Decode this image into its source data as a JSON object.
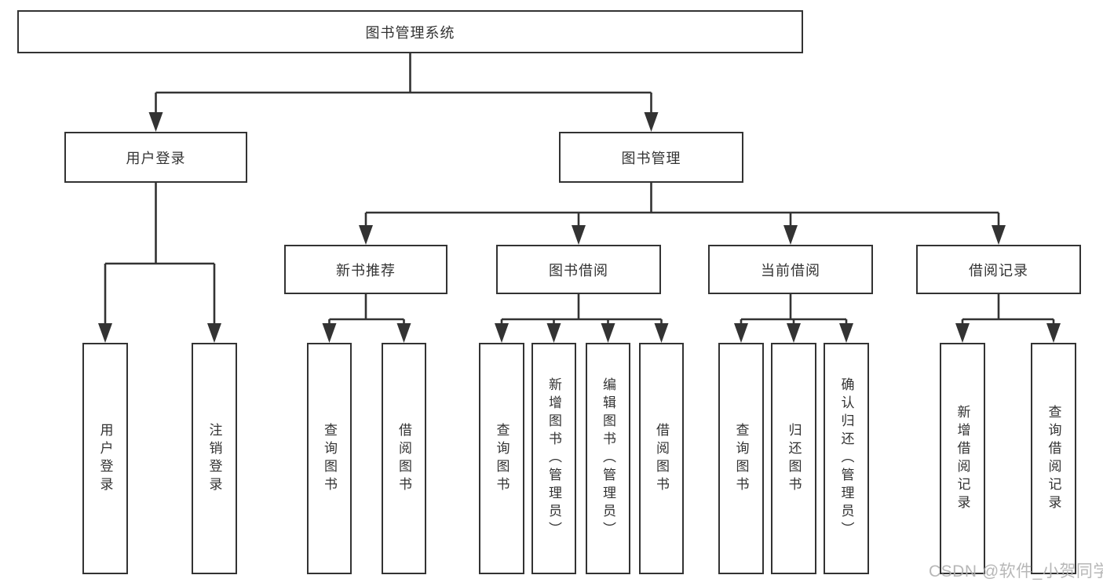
{
  "diagram": {
    "root": {
      "label": "图书管理系统"
    },
    "branches": [
      {
        "label": "用户登录",
        "children": [
          {
            "label": "用户登录"
          },
          {
            "label": "注销登录"
          }
        ]
      },
      {
        "label": "图书管理",
        "children": [
          {
            "label": "新书推荐",
            "children": [
              {
                "label": "查询图书"
              },
              {
                "label": "借阅图书"
              }
            ]
          },
          {
            "label": "图书借阅",
            "children": [
              {
                "label": "查询图书"
              },
              {
                "label": "新增图书（管理员）"
              },
              {
                "label": "编辑图书（管理员）"
              },
              {
                "label": "借阅图书"
              }
            ]
          },
          {
            "label": "当前借阅",
            "children": [
              {
                "label": "查询图书"
              },
              {
                "label": "归还图书"
              },
              {
                "label": "确认归还（管理员）"
              }
            ]
          },
          {
            "label": "借阅记录",
            "children": [
              {
                "label": "新增借阅记录"
              },
              {
                "label": "查询借阅记录"
              }
            ]
          }
        ]
      }
    ]
  },
  "watermark": {
    "text": "CSDN @软件_小贺同学"
  },
  "colors": {
    "line": "#333333",
    "box_fill": "#ffffff",
    "text": "#333333",
    "watermark": "#b0b0b0",
    "background": "#ffffff"
  }
}
